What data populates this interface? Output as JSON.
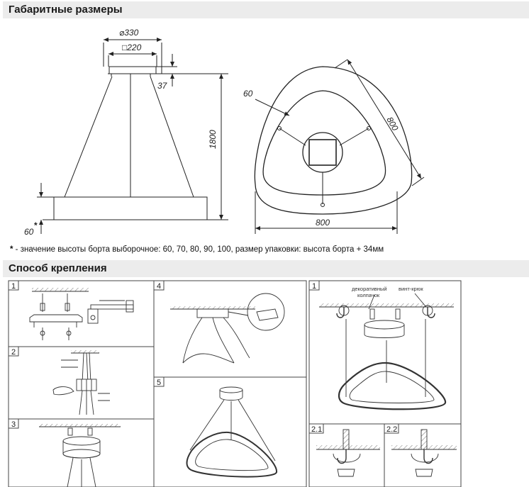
{
  "sections": {
    "dimensions_title": "Габаритные размеры",
    "mounting_title": "Способ крепления"
  },
  "dimensions": {
    "canopy_diameter": "⌀330",
    "plate_size": "□220",
    "canopy_height": "37",
    "total_height": "1800",
    "rim_height": "60",
    "rim_asterisk": "*",
    "top_view_label": "60",
    "top_view_side": "800",
    "top_view_width": "800"
  },
  "footnote": {
    "marker": "*",
    "text": " - значение высоты борта выборочное: 60, 70, 80, 90, 100, размер упаковки: высота борта + 34мм"
  },
  "mounting": {
    "panels": {
      "p1": "1",
      "p2": "2",
      "p3": "3",
      "p4": "4",
      "p5": "5",
      "r1": "1",
      "r21": "2.1",
      "r22": "2.2"
    },
    "labels": {
      "decorative_cap_line1": "декоративный",
      "decorative_cap_line2": "колпачок",
      "screw_hook": "винт-крюк"
    }
  }
}
